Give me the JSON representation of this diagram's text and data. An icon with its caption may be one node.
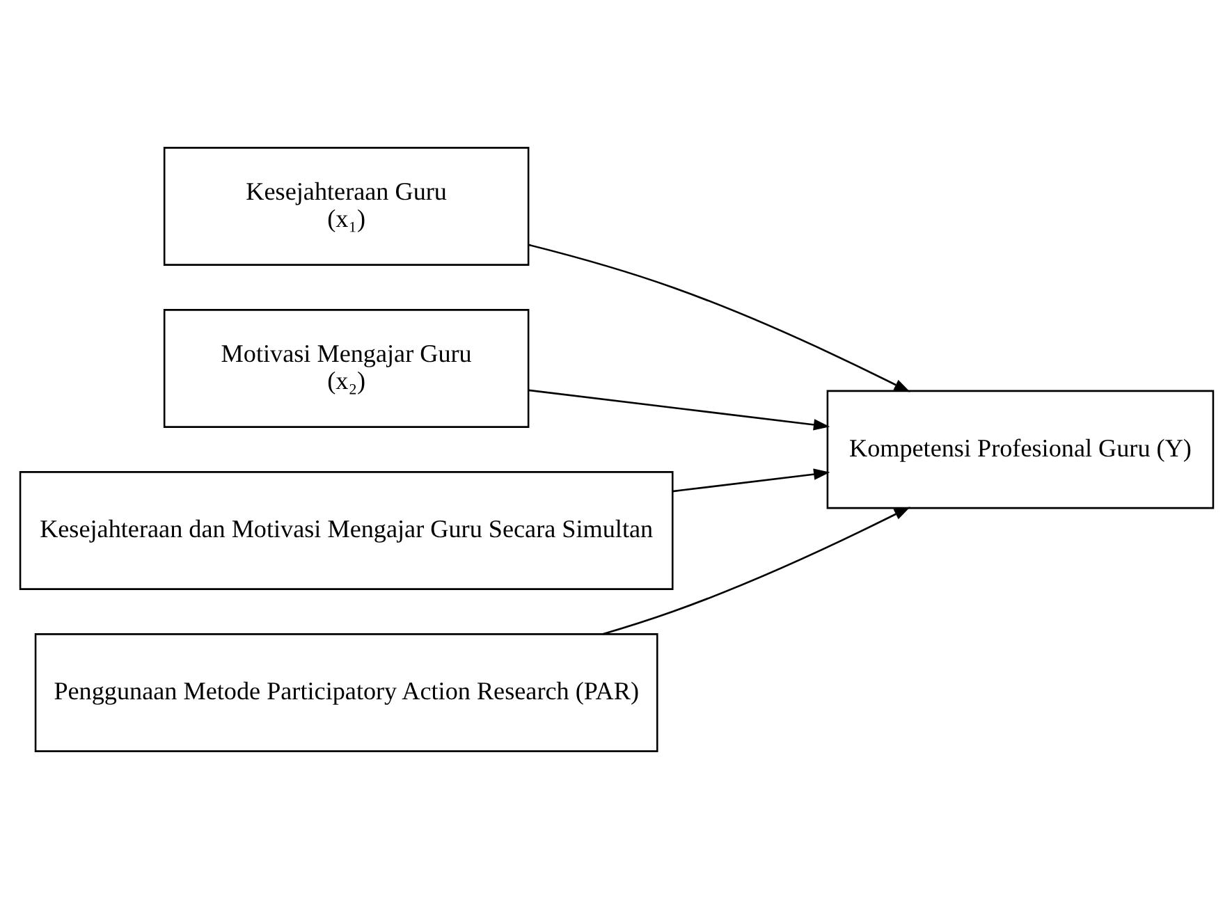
{
  "diagram": {
    "nodes": [
      {
        "text": [
          "Kesejahteraan Guru",
          "(x₁)"
        ]
      },
      {
        "text": [
          "Motivasi Mengajar Guru",
          "(x₂)"
        ]
      },
      {
        "text": [
          "Kompetensi Profesional Guru (Y)"
        ]
      },
      {
        "text": [
          "Kesejahteraan dan Motivasi Mengajar Guru Secara Simultan"
        ]
      },
      {
        "text": [
          "Penggunaan Metode Participatory Action Research (PAR)"
        ]
      }
    ],
    "edges": [
      {
        "from": 0,
        "to": 2,
        "arrow": "to"
      },
      {
        "from": 1,
        "to": 2,
        "arrow": "to"
      },
      {
        "from": 3,
        "to": 2,
        "arrow": "to"
      },
      {
        "from": 4,
        "to": 2,
        "arrow": "to"
      }
    ]
  }
}
